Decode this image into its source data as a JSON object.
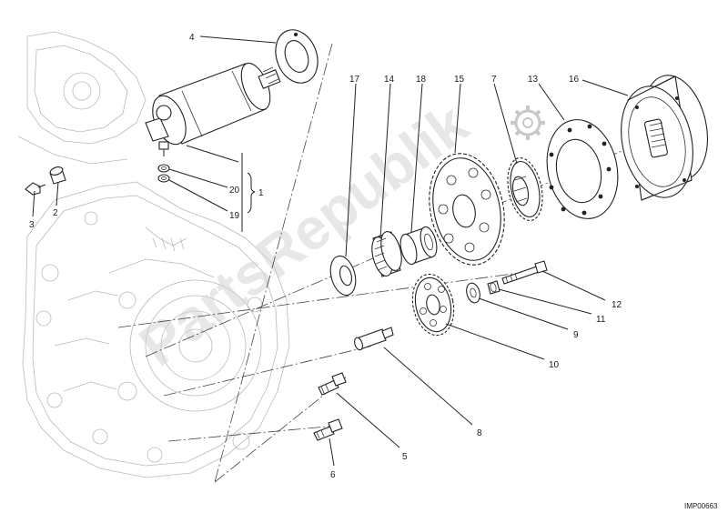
{
  "callouts": [
    {
      "id": "4",
      "label": "4"
    },
    {
      "id": "17",
      "label": "17"
    },
    {
      "id": "14",
      "label": "14"
    },
    {
      "id": "18",
      "label": "18"
    },
    {
      "id": "15",
      "label": "15"
    },
    {
      "id": "7",
      "label": "7"
    },
    {
      "id": "13",
      "label": "13"
    },
    {
      "id": "16",
      "label": "16"
    },
    {
      "id": "20",
      "label": "20"
    },
    {
      "id": "1",
      "label": "1"
    },
    {
      "id": "19",
      "label": "19"
    },
    {
      "id": "3",
      "label": "3"
    },
    {
      "id": "2",
      "label": "2"
    },
    {
      "id": "12",
      "label": "12"
    },
    {
      "id": "11",
      "label": "11"
    },
    {
      "id": "9",
      "label": "9"
    },
    {
      "id": "10",
      "label": "10"
    },
    {
      "id": "8",
      "label": "8"
    },
    {
      "id": "5",
      "label": "5"
    },
    {
      "id": "6",
      "label": "6"
    }
  ],
  "drawing_code": "IMP00663",
  "watermark": {
    "logo_text": "PartsRepublik",
    "icon": "gear-icon"
  }
}
